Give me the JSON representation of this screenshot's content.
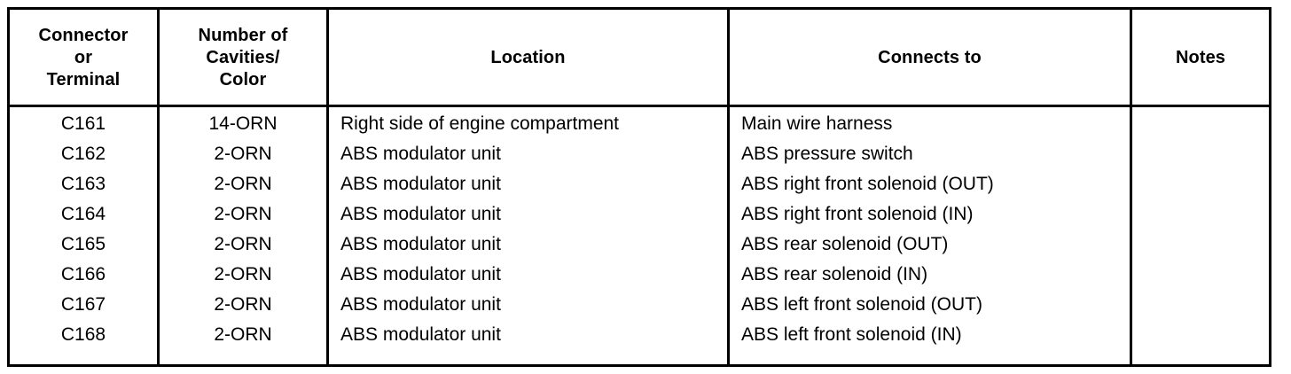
{
  "table": {
    "columns": [
      {
        "key": "connector",
        "header": "Connector\nor\nTerminal",
        "header_lines": [
          "Connector",
          "or",
          "Terminal"
        ],
        "align": "center"
      },
      {
        "key": "cavities",
        "header": "Number of\nCavities/\nColor",
        "header_lines": [
          "Number of",
          "Cavities/",
          "Color"
        ],
        "align": "center"
      },
      {
        "key": "location",
        "header": "Location",
        "header_lines": [
          "Location"
        ],
        "align": "left"
      },
      {
        "key": "connects_to",
        "header": "Connects to",
        "header_lines": [
          "Connects to"
        ],
        "align": "left"
      },
      {
        "key": "notes",
        "header": "Notes",
        "header_lines": [
          "Notes"
        ],
        "align": "left"
      }
    ],
    "headers": {
      "connector_line1": "Connector",
      "connector_line2": "or",
      "connector_line3": "Terminal",
      "cavities_line1": "Number of",
      "cavities_line2": "Cavities/",
      "cavities_line3": "Color",
      "location": "Location",
      "connects_to": "Connects to",
      "notes": "Notes"
    },
    "rows": [
      {
        "connector": "C161",
        "cavities": "14-ORN",
        "location": "Right side of engine compartment",
        "connects_to": "Main wire harness",
        "notes": ""
      },
      {
        "connector": "C162",
        "cavities": "2-ORN",
        "location": "ABS modulator unit",
        "connects_to": "ABS pressure switch",
        "notes": ""
      },
      {
        "connector": "C163",
        "cavities": "2-ORN",
        "location": "ABS modulator unit",
        "connects_to": "ABS right front solenoid (OUT)",
        "notes": ""
      },
      {
        "connector": "C164",
        "cavities": "2-ORN",
        "location": "ABS modulator unit",
        "connects_to": "ABS right front solenoid (IN)",
        "notes": ""
      },
      {
        "connector": "C165",
        "cavities": "2-ORN",
        "location": "ABS modulator unit",
        "connects_to": "ABS rear solenoid (OUT)",
        "notes": ""
      },
      {
        "connector": "C166",
        "cavities": "2-ORN",
        "location": "ABS modulator unit",
        "connects_to": "ABS rear solenoid (IN)",
        "notes": ""
      },
      {
        "connector": "C167",
        "cavities": "2-ORN",
        "location": "ABS modulator unit",
        "connects_to": "ABS left front solenoid (OUT)",
        "notes": ""
      },
      {
        "connector": "C168",
        "cavities": "2-ORN",
        "location": "ABS modulator unit",
        "connects_to": "ABS left front solenoid (IN)",
        "notes": ""
      }
    ],
    "colors": {
      "rule": "#000000",
      "text": "#000000",
      "background": "#ffffff"
    }
  }
}
